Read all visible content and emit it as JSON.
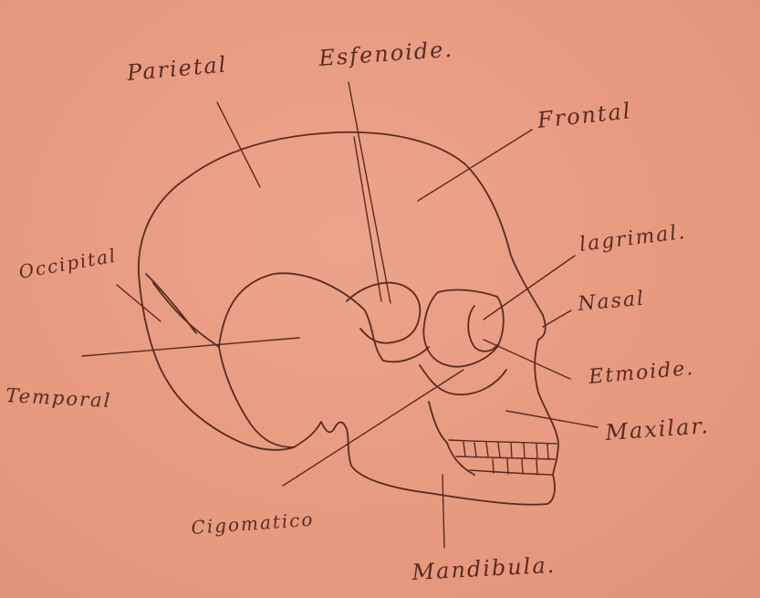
{
  "labels": {
    "parietal": "Parietal",
    "esfenoide": "Esfenoide.",
    "frontal": "Frontal",
    "occipital": "Occipital",
    "lagrimal": "lagrimal.",
    "nasal": "Nasal",
    "temporal": "Temporal",
    "etmoide": "Etmoide.",
    "maxilar": "Maxilar.",
    "cigomatico": "Cigomatico",
    "mandibula": "Mandibula."
  },
  "colors": {
    "paper": "#e79a82",
    "ink": "#5a2a20"
  }
}
